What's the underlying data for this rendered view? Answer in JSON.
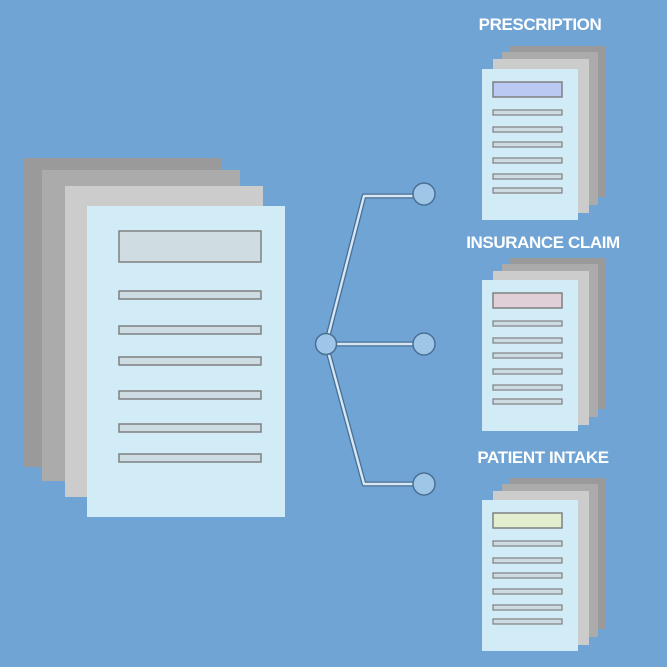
{
  "colors": {
    "background": "#6fa4d4",
    "stack_back": "#9a9a9a",
    "stack_mid": "#ababab",
    "stack_front": "#cccccc",
    "page": "#d1ecf6",
    "line_fill": "#cddce3",
    "line_stroke": "#808080",
    "connector": "#d7e7f3",
    "connector_outline": "#4a6f95",
    "node_fill": "#9ec6e6"
  },
  "source_document": {
    "header_color": "#cfdde3",
    "line_count": 6
  },
  "outputs": [
    {
      "label": "PRESCRIPTION",
      "header_color": "#b9c9f1"
    },
    {
      "label": "INSURANCE CLAIM",
      "header_color": "#e0cfd6"
    },
    {
      "label": "PATIENT INTAKE",
      "header_color": "#e2efcf"
    }
  ]
}
